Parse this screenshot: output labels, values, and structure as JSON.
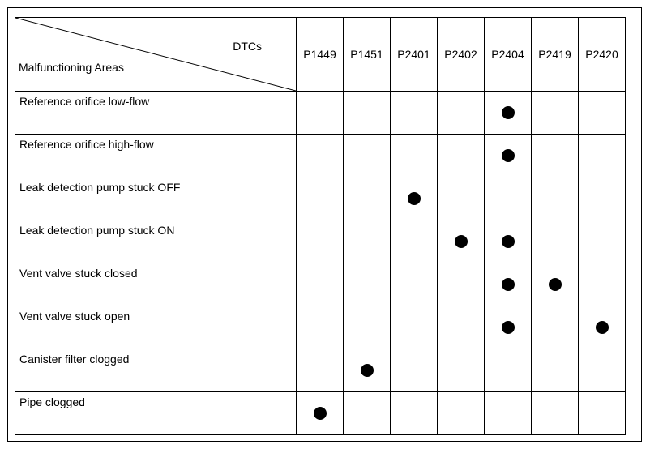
{
  "header": {
    "corner_top": "DTCs",
    "corner_bottom": "Malfunctioning Areas",
    "codes": [
      "P1449",
      "P1451",
      "P2401",
      "P2402",
      "P2404",
      "P2419",
      "P2420"
    ]
  },
  "rows": [
    {
      "area": "Reference orifice low-flow",
      "marks": [
        "P2404"
      ]
    },
    {
      "area": "Reference orifice high-flow",
      "marks": [
        "P2404"
      ]
    },
    {
      "area": "Leak detection pump stuck OFF",
      "marks": [
        "P2401"
      ]
    },
    {
      "area": "Leak detection pump stuck ON",
      "marks": [
        "P2402",
        "P2404"
      ]
    },
    {
      "area": "Vent valve stuck closed",
      "marks": [
        "P2404",
        "P2419"
      ]
    },
    {
      "area": "Vent valve stuck open",
      "marks": [
        "P2404",
        "P2420"
      ]
    },
    {
      "area": "Canister filter clogged",
      "marks": [
        "P1451"
      ]
    },
    {
      "area": "Pipe clogged",
      "marks": [
        "P1449"
      ]
    }
  ]
}
